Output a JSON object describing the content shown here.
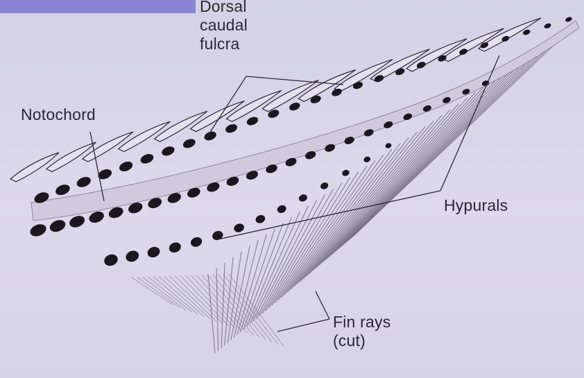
{
  "labels": {
    "dorsal_caudal_fulcra": [
      "Dorsal",
      "caudal",
      "fulcra"
    ],
    "notochord": "Notochord",
    "hypurals": "Hypurals",
    "fin_rays": [
      "Fin rays",
      "(cut)"
    ]
  },
  "colors": {
    "background": "#d9d6e7",
    "top_bar": "#8a84d6",
    "ink": "#1a1720",
    "line": "#2b2733"
  }
}
